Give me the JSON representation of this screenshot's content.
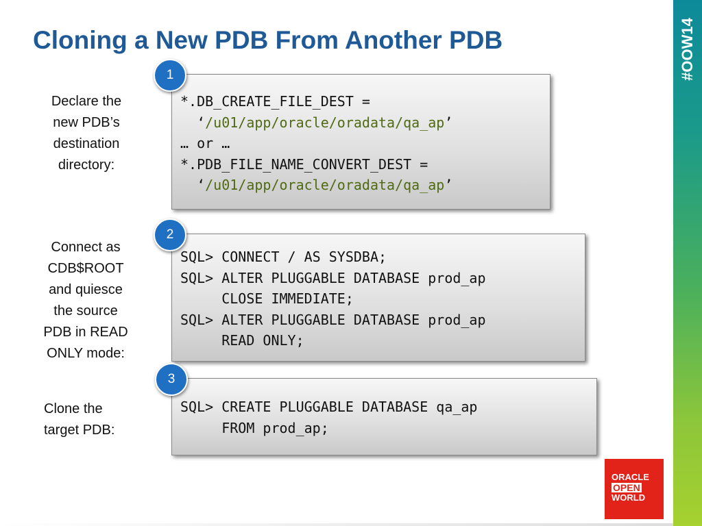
{
  "slide": {
    "title": "Cloning a New PDB From Another PDB",
    "hashtag": "#OOW14",
    "colors": {
      "title": "#1f5a96",
      "badge": "#1f6fc2",
      "path": "#4f6a12",
      "logo": "#e2231a"
    }
  },
  "steps": [
    {
      "number": "1",
      "label": [
        "Declare the",
        "new PDB’s",
        "destination",
        "directory:"
      ],
      "code": {
        "line1": "*.DB_CREATE_FILE_DEST =",
        "line2_open": "  ‘",
        "line2_path": "/u01/app/oracle/oradata/qa_ap",
        "line2_close": "’",
        "line3": "… or …",
        "line4": "*.PDB_FILE_NAME_CONVERT_DEST =",
        "line5_open": "  ‘",
        "line5_path": "/u01/app/oracle/oradata/qa_ap",
        "line5_close": "’"
      }
    },
    {
      "number": "2",
      "label": [
        "Connect as",
        "CDB$ROOT",
        "and quiesce",
        "the source",
        "PDB in READ",
        "ONLY mode:"
      ],
      "code": [
        "SQL> CONNECT / AS SYSDBA;",
        "SQL> ALTER PLUGGABLE DATABASE prod_ap",
        "     CLOSE IMMEDIATE;",
        "SQL> ALTER PLUGGABLE DATABASE prod_ap",
        "     READ ONLY;"
      ]
    },
    {
      "number": "3",
      "label": [
        "Clone the",
        "target PDB:"
      ],
      "code": [
        "SQL> CREATE PLUGGABLE DATABASE qa_ap",
        "     FROM prod_ap;"
      ]
    }
  ],
  "logo": {
    "line1": "ORACLE",
    "line2": "OPEN",
    "line3": "WORLD"
  }
}
